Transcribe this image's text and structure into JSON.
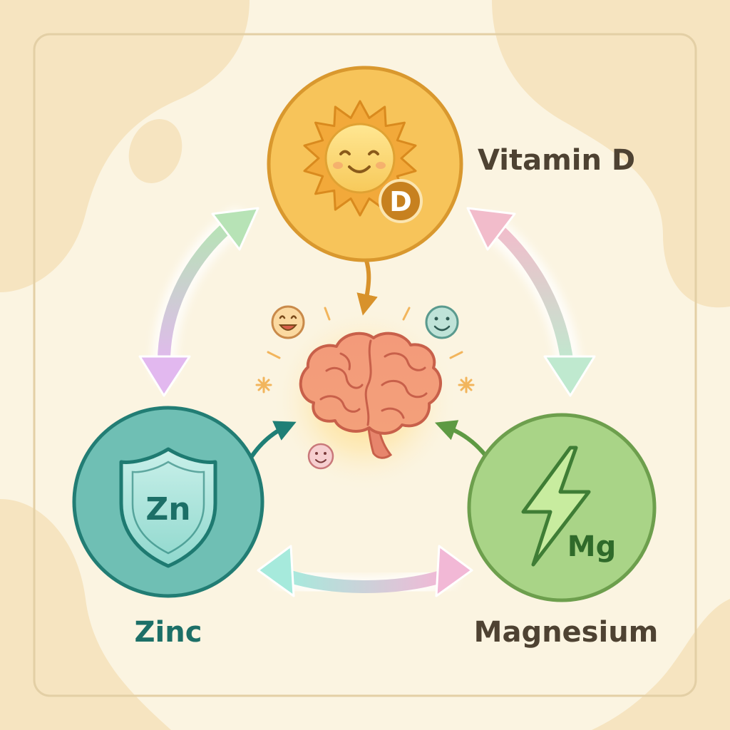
{
  "nodes": {
    "vitamin_d": {
      "label": "Vitamin D",
      "badge": "D",
      "color": "#f2b84b",
      "text_color": "#4e4232"
    },
    "zinc": {
      "label": "Zinc",
      "badge": "Zn",
      "color": "#4aa79d",
      "text_color": "#1c6f67"
    },
    "magnesium": {
      "label": "Magnesium",
      "badge": "Mg",
      "color": "#8fbd6a",
      "text_color": "#4e4232"
    }
  },
  "center": {
    "icon": "brain-icon"
  },
  "colors": {
    "background": "#fbf4e1",
    "frame": "#e3cfa5",
    "brain": "#f08a6a"
  }
}
